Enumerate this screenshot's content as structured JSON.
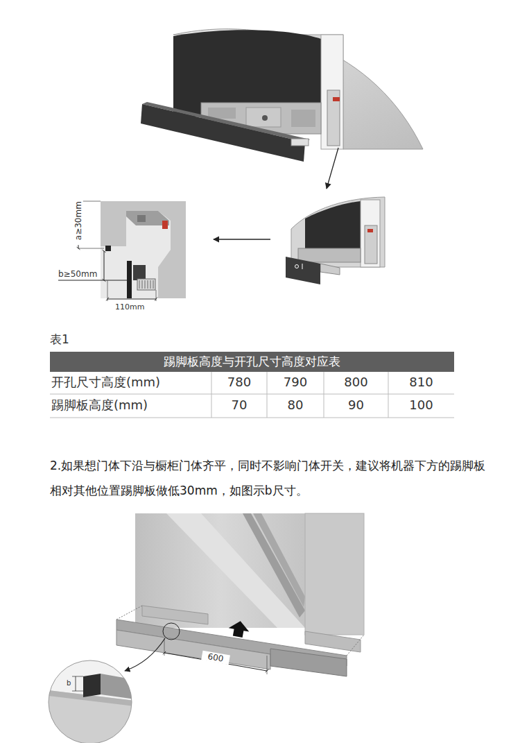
{
  "diagram": {
    "nodes": [
      {
        "text": [
          "踢脚板高度与开孔尺寸高度对应表"
        ]
      }
    ],
    "labels": [
      "a≥30mm",
      "b≥50mm",
      "110mm",
      "表1",
      "开孔尺寸高度(mm)",
      "780",
      "790",
      "800",
      "810",
      "踢脚板高度(mm)",
      "70",
      "80",
      "90",
      "100",
      "2.如果想门体下沿与橱柜门体齐平，同时不影响门体开关，建议将机器下方的踢脚板相对其他位置踢脚板做低30mm，如图示b尺寸。",
      "600",
      "b"
    ]
  }
}
